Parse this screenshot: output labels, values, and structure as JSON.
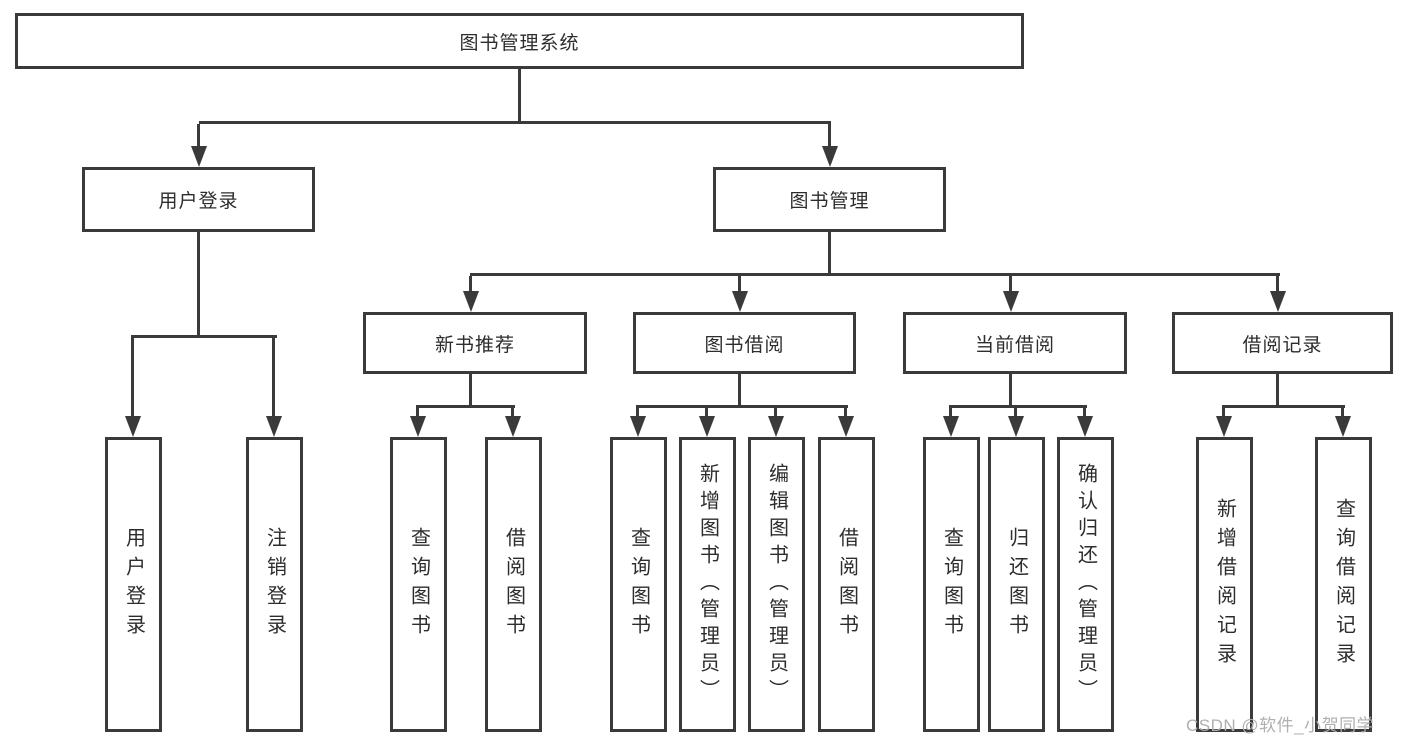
{
  "tree": {
    "root": {
      "label": "图书管理系统"
    },
    "branches": [
      {
        "label": "用户登录",
        "children": [
          {
            "label": "用户登录"
          },
          {
            "label": "注销登录"
          }
        ]
      },
      {
        "label": "图书管理",
        "children": [
          {
            "label": "新书推荐",
            "children": [
              {
                "label": "查询图书"
              },
              {
                "label": "借阅图书"
              }
            ]
          },
          {
            "label": "图书借阅",
            "children": [
              {
                "label": "查询图书"
              },
              {
                "label": "新增图书（管理员）"
              },
              {
                "label": "编辑图书（管理员）"
              },
              {
                "label": "借阅图书"
              }
            ]
          },
          {
            "label": "当前借阅",
            "children": [
              {
                "label": "查询图书"
              },
              {
                "label": "归还图书"
              },
              {
                "label": "确认归还（管理员）"
              }
            ]
          },
          {
            "label": "借阅记录",
            "children": [
              {
                "label": "新增借阅记录"
              },
              {
                "label": "查询借阅记录"
              }
            ]
          }
        ]
      }
    ]
  },
  "watermark": {
    "text": "CSDN @软件_小贺同学"
  },
  "colors": {
    "line": "#3a3a3a",
    "text": "#2d2d2d",
    "background": "#ffffff",
    "watermark": "#b0b0b0"
  }
}
